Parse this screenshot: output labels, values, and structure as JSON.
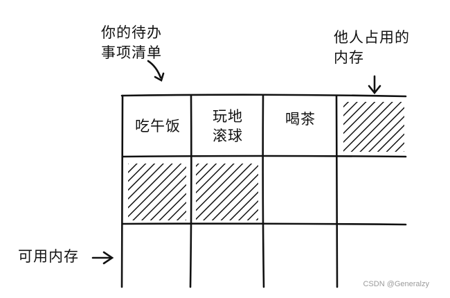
{
  "annotations": {
    "todo": [
      "你的待办",
      "事项清单"
    ],
    "occupied": [
      "他人占用的",
      "内存"
    ],
    "available": "可用内存"
  },
  "cells": {
    "lunch": "吃午饭",
    "golf": [
      "玩地",
      "滚球"
    ],
    "tea": "喝茶"
  },
  "watermark": "CSDN @Generalzy"
}
